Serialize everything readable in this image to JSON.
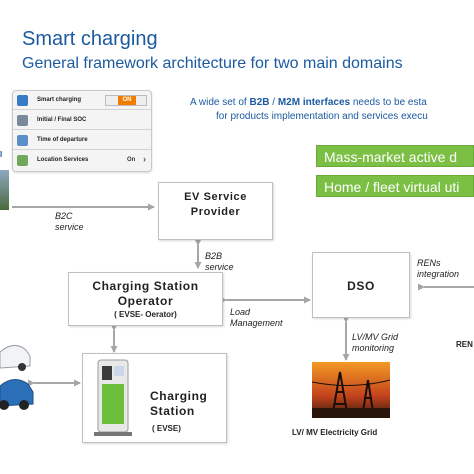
{
  "header": {
    "title": "Smart charging",
    "subtitle": "General framework architecture for two main domains"
  },
  "phone_app": {
    "rows": [
      {
        "label": "Smart charging",
        "icon": "clock-icon"
      },
      {
        "label": "Initial / Final SOC",
        "icon": "battery-icon"
      },
      {
        "label": "Time of departure",
        "icon": "clock-icon"
      },
      {
        "label": "Location Services",
        "icon": "map-icon"
      }
    ],
    "toggle_label": "ON",
    "location_value": "On",
    "chevron": "›"
  },
  "left_fragment": "I",
  "intro": {
    "line1_pre": "A wide set of ",
    "b2b": "B2B",
    "slash": " / ",
    "m2m": "M2M interfaces",
    "line1_post": " needs to be esta",
    "line2": "for products implementation and services execu"
  },
  "green_boxes": [
    "Mass-market active d",
    "Home / fleet virtual uti"
  ],
  "nodes": {
    "ev_service_provider": [
      "EV Service",
      "Provider"
    ],
    "charging_station_operator": [
      "Charging Station",
      "Operator"
    ],
    "cso_sub": "( EVSE- Oerator)",
    "dso": "DSO",
    "charging_station": [
      "Charging",
      "Station"
    ],
    "cs_sub": "( EVSE)",
    "grid_caption": "LV/ MV Electricity Grid",
    "ren_fragment": "REN"
  },
  "edge_labels": {
    "b2c": [
      "B2C",
      "service"
    ],
    "b2b": [
      "B2B",
      "service"
    ],
    "load": [
      "Load",
      "Management"
    ],
    "grid_mon": [
      "LV/MV Grid",
      "monitoring"
    ],
    "rens": [
      "RENs",
      "integration"
    ]
  },
  "colors": {
    "title_blue": "#1c5aa0",
    "green": "#7bbf44",
    "toggle_orange": "#f07d00",
    "arrow_grey": "#a6a6a6"
  }
}
